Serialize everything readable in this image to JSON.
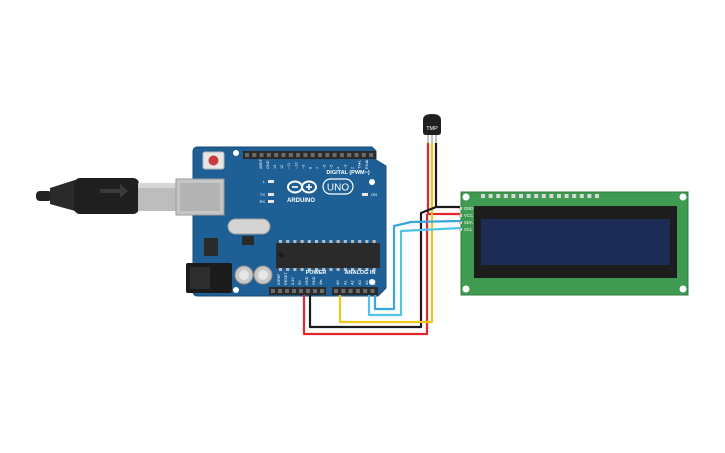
{
  "arduino": {
    "board_name": "UNO",
    "brand": "ARDUINO",
    "digital_header_label": "DIGITAL (PWM~)",
    "power_header_label": "POWER",
    "analog_header_label": "ANALOG IN",
    "led_labels": {
      "l": "L",
      "tx": "TX",
      "rx": "RX",
      "on": "ON"
    },
    "digital_pins": [
      "AREF",
      "GND",
      "13",
      "12",
      "~11",
      "~10",
      "~9",
      "8",
      "7",
      "~6",
      "~5",
      "4",
      "~3",
      "2",
      "TX▸1",
      "RX◂0"
    ],
    "power_pins": [
      "IOREF",
      "RESET",
      "3.3V",
      "5V",
      "GND",
      "GND",
      "Vin"
    ],
    "analog_pins": [
      "A0",
      "A1",
      "A2",
      "A3",
      "A4",
      "A5"
    ],
    "colors": {
      "board": "#1e5f95",
      "board_edge": "#174a75",
      "header": "#2b2b2b",
      "chip": "#2a2a2a"
    }
  },
  "sensor": {
    "label": "TMP",
    "color": "#1f1f1f"
  },
  "lcd": {
    "pins": [
      "GND",
      "VCC",
      "SDA",
      "SCL"
    ],
    "colors": {
      "pcb": "#3f9a52",
      "bezel": "#1d1d1d",
      "screen": "#1d2c55"
    }
  },
  "usb_cable": {
    "colors": {
      "body": "#222222",
      "plug": "#b9b9b9"
    }
  },
  "wire_colors": {
    "red": "#e2262b",
    "black": "#1a1a1a",
    "yellow": "#efc51b",
    "blue": "#3aa6dc",
    "cyan": "#53c4e9"
  }
}
